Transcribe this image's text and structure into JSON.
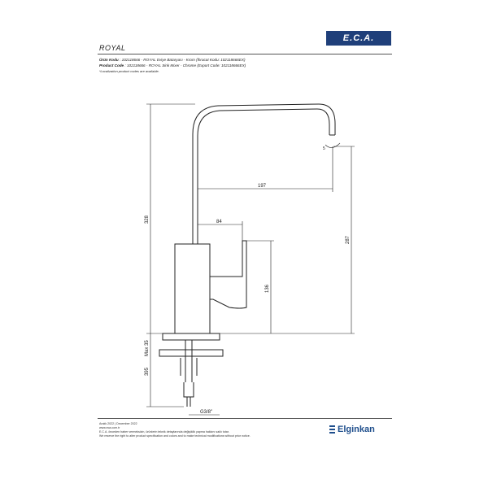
{
  "header": {
    "product_name": "ROYAL",
    "logo_text": "E.C.A."
  },
  "info": {
    "line1_label": "Ürün Kodu",
    "line1_value": ": 102118666 - ROYAL Eviye Bataryası - Krom (İhracat Kodu: 102118666EX)",
    "line2_label": "Product Code",
    "line2_value": ": 102118666 - ROYAL Sink Mixer - Chrome (Export Code: 102118666EX)",
    "line3": "*Localization product codes are available."
  },
  "dimensions": {
    "height_total": "328",
    "reach": "197",
    "spout_height": "287",
    "handle_offset": "84",
    "body_height": "136",
    "max_thickness": "Max 35",
    "below_counter": "395",
    "connection": "G3/8\"",
    "angle_label": "5"
  },
  "footer": {
    "date": "Aralık 2022 | December 2022",
    "url": "www.eca.com.tr",
    "note_tr": "E.C.A. önceden haber vermeksizin, ürünlerin teknik detaylarında değişiklik yapma hakkını saklı tutar.",
    "note_en": "We reserve the right to alter product specification and colors and to make technical modifications without prior notice.",
    "brand": "Elginkan"
  }
}
